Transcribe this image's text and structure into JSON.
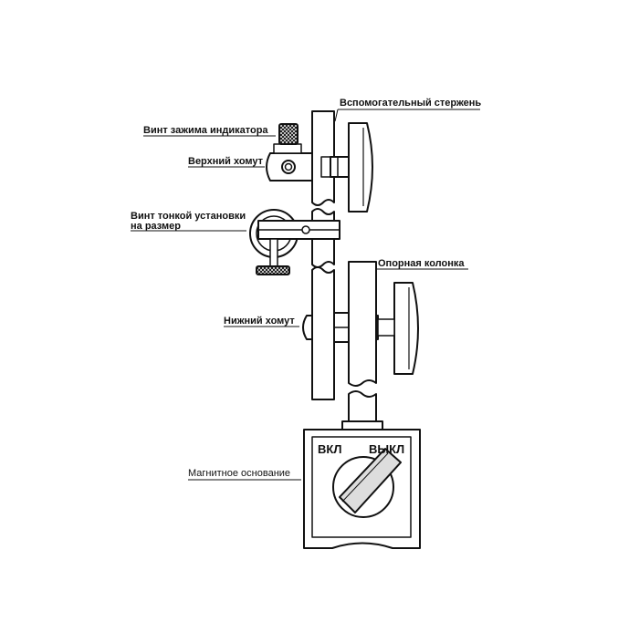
{
  "labels": {
    "aux_rod": "Вспомогательный стержень",
    "clamp_screw": "Винт зажима индикатора",
    "upper_clamp": "Верхний хомут",
    "fine_screw_line1": "Винт тонкой установки",
    "fine_screw_line2": "на размер",
    "support_column": "Опорная колонка",
    "lower_clamp": "Нижний хомут",
    "magnetic_base": "Магнитное основание"
  },
  "switch": {
    "on": "ВКЛ",
    "off": "ВЫКЛ"
  },
  "colors": {
    "line": "#111111",
    "fill": "#ffffff",
    "lever": "#dddddd"
  }
}
